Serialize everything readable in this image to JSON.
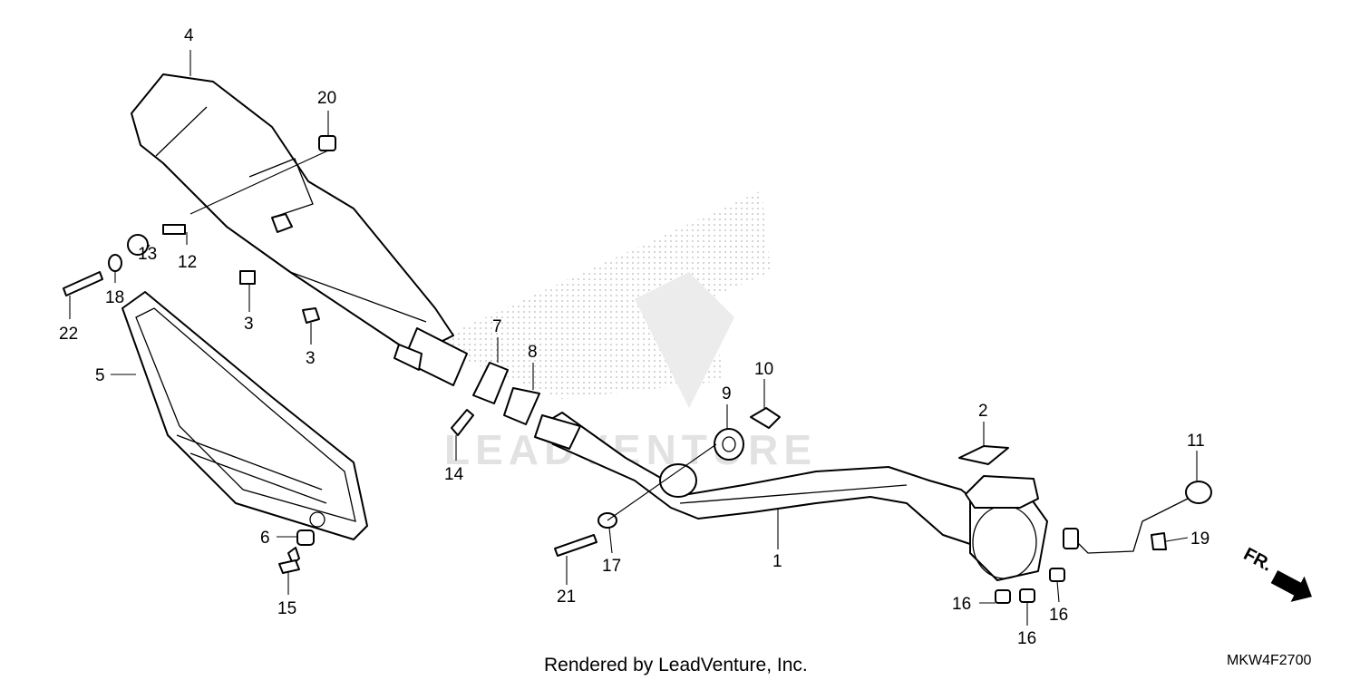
{
  "watermark": {
    "text": "LEADVENTURE",
    "color": "#e2e2e2"
  },
  "callouts": {
    "c1": "1",
    "c2": "2",
    "c3a": "3",
    "c3b": "3",
    "c4": "4",
    "c5": "5",
    "c6": "6",
    "c7": "7",
    "c8": "8",
    "c9": "9",
    "c10": "10",
    "c11": "11",
    "c12": "12",
    "c13": "13",
    "c14": "14",
    "c15": "15",
    "c16a": "16",
    "c16b": "16",
    "c16c": "16",
    "c17": "17",
    "c18": "18",
    "c19": "19",
    "c20": "20",
    "c21": "21",
    "c22": "22"
  },
  "front_indicator": {
    "label": "FR.",
    "icon": "front-arrow-icon"
  },
  "footer": {
    "credit": "Rendered by LeadVenture, Inc.",
    "diagram_code": "MKW4F2700"
  }
}
